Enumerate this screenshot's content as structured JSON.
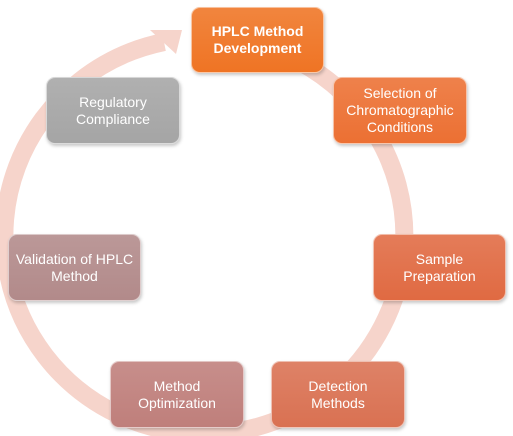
{
  "colors": {
    "ring": "#f6d4cb",
    "orange_top": "#f47a2a",
    "orange_bottom": "#e8671b",
    "coral": "#e0663c",
    "rose": "#c87a72",
    "taupe": "#b08a8a",
    "gray": "#a6a6a6"
  },
  "steps": [
    {
      "label": "HPLC Method\nDevelopment",
      "color": "#ef7424"
    },
    {
      "label": "Selection of\nChromatographic\nConditions",
      "color": "#ec7033"
    },
    {
      "label": "Sample\nPreparation",
      "color": "#e06a42"
    },
    {
      "label": "Detection\nMethods",
      "color": "#d97152"
    },
    {
      "label": "Method\nOptimization",
      "color": "#bf7f7b"
    },
    {
      "label": "Validation of HPLC\nMethod",
      "color": "#b28a8a"
    },
    {
      "label": "Regulatory\nCompliance",
      "color": "#a5a5a5"
    }
  ]
}
